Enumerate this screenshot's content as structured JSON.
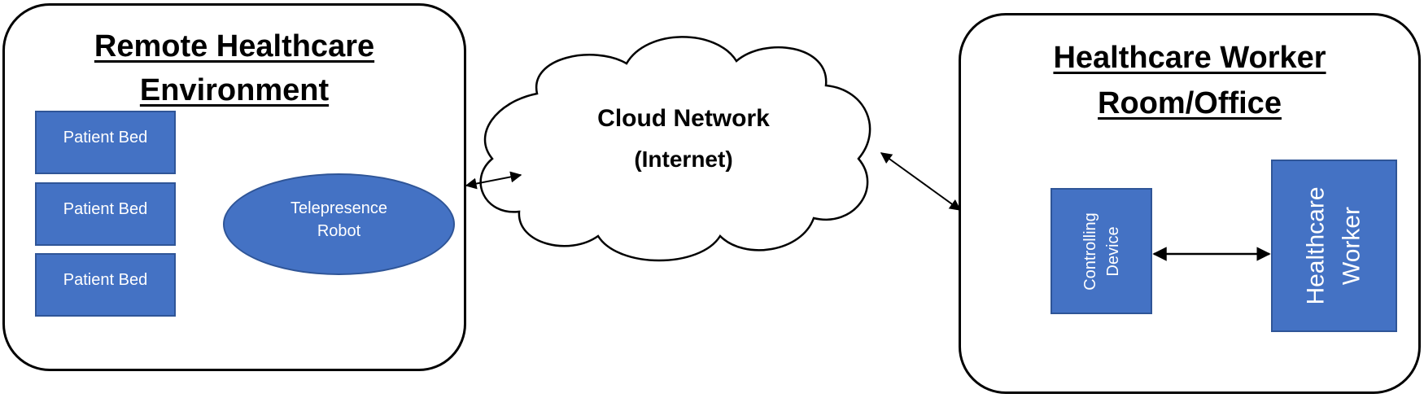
{
  "remote_environment": {
    "title_line1": "Remote Healthcare",
    "title_line2": "Environment",
    "beds": [
      "Patient Bed",
      "Patient Bed",
      "Patient Bed"
    ],
    "robot_line1": "Telepresence",
    "robot_line2": "Robot"
  },
  "cloud": {
    "title": "Cloud Network",
    "subtitle": "(Internet)"
  },
  "worker_room": {
    "title_line1": "Healthcare Worker",
    "title_line2": "Room/Office",
    "controller_line1": "Controlling",
    "controller_line2": "Device",
    "worker_line1": "Healthcare",
    "worker_line2": "Worker"
  },
  "colors": {
    "node_fill": "#4472c4",
    "node_border": "#2f5597",
    "line": "#000000"
  }
}
